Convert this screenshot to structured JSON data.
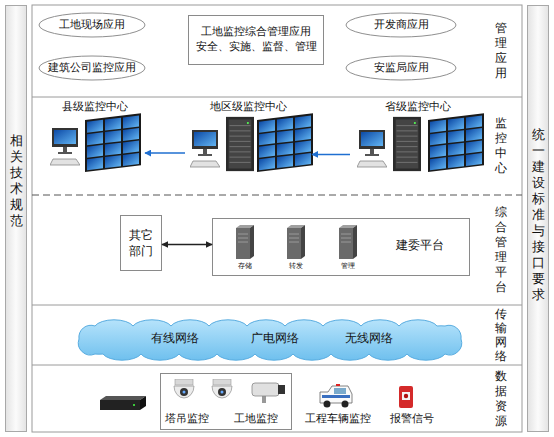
{
  "diagram": {
    "nodes": [
      {
        "text": [
          "相关技术规范"
        ]
      },
      {
        "text": [
          "管理应用"
        ]
      },
      {
        "text": [
          "工地现场应用"
        ],
        "in": 1
      },
      {
        "text": [
          "工地监控综合管理应用",
          "安全、实施、监督、管理"
        ],
        "in": 1
      },
      {
        "text": [
          "开发商应用"
        ],
        "in": 1
      },
      {
        "text": [
          "建筑公司监控应用"
        ],
        "in": 1
      },
      {
        "text": [
          "安监局应用"
        ],
        "in": 1
      },
      {
        "text": [
          "监控中心"
        ]
      },
      {
        "text": [
          "县级监控中心"
        ],
        "in": 7
      },
      {
        "text": [
          "地区级监控中心"
        ],
        "in": 7
      },
      {
        "text": [
          "省级监控中心"
        ],
        "in": 7
      },
      {
        "text": [
          "综合管理平台"
        ]
      },
      {
        "text": [
          "其它部门"
        ],
        "in": 11
      },
      {
        "text": [
          "建委平台"
        ],
        "in": 11
      },
      {
        "text": [
          "传输网络"
        ]
      },
      {
        "text": [
          "有线网络",
          "广电网络",
          "无线网络"
        ],
        "in": 14
      },
      {
        "text": [
          "数据资源"
        ]
      },
      {
        "text": [
          "塔吊监控",
          "工地监控"
        ],
        "in": 16
      },
      {
        "text": [
          "统一建设标准与接口要求"
        ]
      }
    ],
    "edges": [
      {
        "from": 10,
        "to": 9,
        "arrow": "to"
      },
      {
        "from": 9,
        "to": 8,
        "arrow": "to"
      },
      {
        "from": 12,
        "to": 13,
        "arrow": "both"
      }
    ],
    "labels": [
      "存储",
      "转发",
      "管理",
      "工程车辆监控",
      "报警信号"
    ]
  }
}
